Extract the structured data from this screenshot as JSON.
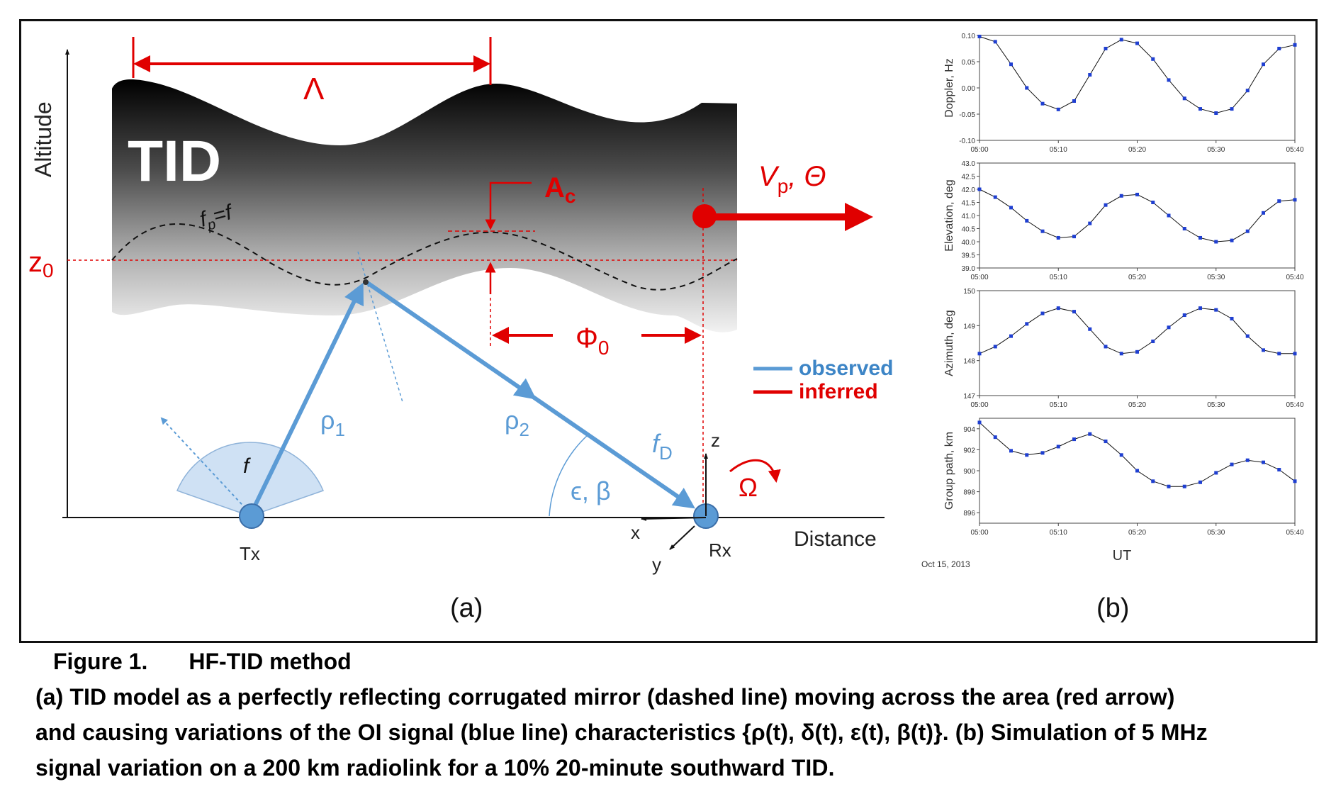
{
  "panel_a": {
    "tid_label": "TID",
    "axis_y_label": "Altitude",
    "axis_x_label": "Distance",
    "wavelength_label": "Λ",
    "amplitude_label": "A",
    "amplitude_sub": "c",
    "velocity_label": "V",
    "velocity_sub": "p",
    "velocity_suffix": ", Θ",
    "z0_label": "z",
    "z0_sub": "0",
    "phase_label": "Φ",
    "phase_sub": "0",
    "plasma_freq_label": "f",
    "plasma_freq_sub": "p",
    "plasma_freq_suffix": "=f",
    "rho1_label": "ρ",
    "rho1_sub": "1",
    "rho2_label": "ρ",
    "rho2_sub": "2",
    "doppler_label": "f",
    "doppler_sub": "D",
    "freq_label": "f",
    "angle_label": "ϵ, β",
    "omega_label": "Ω",
    "tx_label": "Tx",
    "rx_label": "Rx",
    "axis_x": "x",
    "axis_y": "y",
    "axis_z": "z",
    "legend_observed": "observed",
    "legend_inferred": "inferred",
    "panel_label": "(a)",
    "colors": {
      "red": "#e00000",
      "blue": "#5b9bd5",
      "dark": "#222222"
    }
  },
  "panel_b": {
    "panel_label": "(b)",
    "x_title": "UT",
    "date": "Oct 15, 2013",
    "x_ticks": [
      "05:00",
      "05:10",
      "05:20",
      "05:30",
      "05:40"
    ],
    "marker_color": "#1f3fd1"
  },
  "chart_data": [
    {
      "type": "line",
      "ylabel": "Doppler, Hz",
      "xlabel": "",
      "ylim": [
        -0.1,
        0.1
      ],
      "y_ticks": [
        "0.10",
        "0.05",
        "0.00",
        "-0.05",
        "-0.10"
      ],
      "x": [
        0,
        2,
        4,
        6,
        8,
        10,
        12,
        14,
        16,
        18,
        20,
        22,
        24,
        26,
        28,
        30,
        32,
        34,
        36,
        38,
        40
      ],
      "values": [
        0.098,
        0.088,
        0.045,
        0.0,
        -0.03,
        -0.041,
        -0.025,
        0.025,
        0.075,
        0.092,
        0.085,
        0.055,
        0.015,
        -0.02,
        -0.04,
        -0.048,
        -0.04,
        -0.005,
        0.045,
        0.075,
        0.082
      ]
    },
    {
      "type": "line",
      "ylabel": "Elevation, deg",
      "xlabel": "",
      "ylim": [
        39.0,
        43.0
      ],
      "y_ticks": [
        "43.0",
        "42.5",
        "42.0",
        "41.5",
        "41.0",
        "40.5",
        "40.0",
        "39.5",
        "39.0"
      ],
      "x": [
        0,
        2,
        4,
        6,
        8,
        10,
        12,
        14,
        16,
        18,
        20,
        22,
        24,
        26,
        28,
        30,
        32,
        34,
        36,
        38,
        40
      ],
      "values": [
        42.0,
        41.7,
        41.3,
        40.8,
        40.4,
        40.15,
        40.2,
        40.7,
        41.4,
        41.75,
        41.8,
        41.5,
        41.0,
        40.5,
        40.15,
        40.0,
        40.05,
        40.4,
        41.1,
        41.55,
        41.6
      ]
    },
    {
      "type": "line",
      "ylabel": "Azimuth, deg",
      "xlabel": "",
      "ylim": [
        147,
        150
      ],
      "y_ticks": [
        "150",
        "149",
        "148",
        "147"
      ],
      "x": [
        0,
        2,
        4,
        6,
        8,
        10,
        12,
        14,
        16,
        18,
        20,
        22,
        24,
        26,
        28,
        30,
        32,
        34,
        36,
        38,
        40
      ],
      "values": [
        148.2,
        148.4,
        148.7,
        149.05,
        149.35,
        149.5,
        149.4,
        148.9,
        148.4,
        148.2,
        148.25,
        148.55,
        148.95,
        149.3,
        149.5,
        149.45,
        149.2,
        148.7,
        148.3,
        148.2,
        148.2
      ]
    },
    {
      "type": "line",
      "ylabel": "Group path, km",
      "xlabel": "UT",
      "ylim": [
        895,
        905
      ],
      "y_ticks": [
        "904",
        "902",
        "900",
        "898",
        "896"
      ],
      "x": [
        0,
        2,
        4,
        6,
        8,
        10,
        12,
        14,
        16,
        18,
        20,
        22,
        24,
        26,
        28,
        30,
        32,
        34,
        36,
        38,
        40
      ],
      "values": [
        904.6,
        903.2,
        901.9,
        901.5,
        901.7,
        902.3,
        903.0,
        903.5,
        902.8,
        901.5,
        900.0,
        899.0,
        898.5,
        898.5,
        898.9,
        899.8,
        900.6,
        901.0,
        900.8,
        900.1,
        899.0
      ]
    }
  ],
  "caption": {
    "title_num": "Figure 1.",
    "title_text": "HF-TID method",
    "line1": "(a) TID model as a perfectly reflecting corrugated mirror (dashed line) moving across the area (red arrow)",
    "line2": "and causing variations of the OI signal (blue line) characteristics {ρ(t), δ(t), ε(t), β(t)}. (b) Simulation of 5 MHz",
    "line3": "signal variation on a 200 km radiolink for a 10% 20-minute southward TID."
  }
}
